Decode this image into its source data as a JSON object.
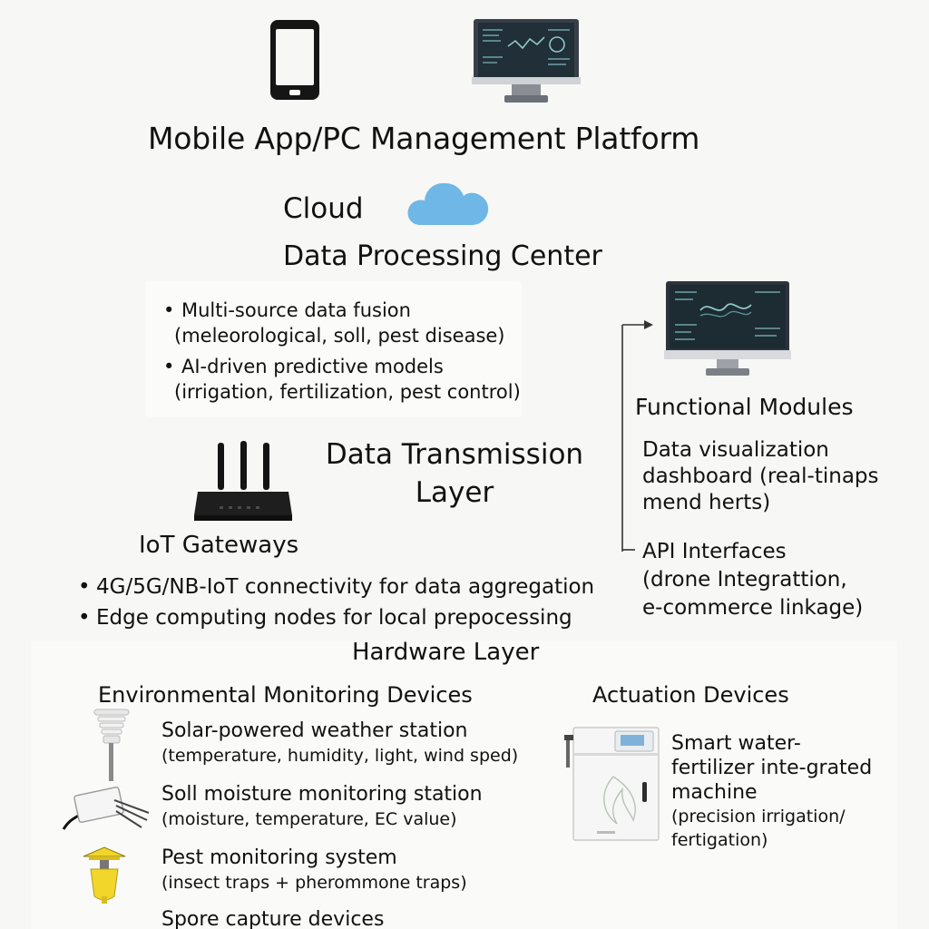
{
  "top": {
    "title": "Mobile App/PC Management Platform",
    "icons": [
      "smartphone-icon",
      "desktop-monitor-icon"
    ]
  },
  "cloud": {
    "label": "Cloud",
    "center_title": "Data Processing Center",
    "icon": "cloud-icon",
    "color": "#6fb7e6",
    "bullets": [
      {
        "line1": "Multi-source data fusion",
        "line2": "(meleorological, soll, pest disease)"
      },
      {
        "line1": "AI-driven predictive models",
        "line2": "(irrigation, fertilization, pest control)"
      }
    ]
  },
  "functional": {
    "title": "Functional Modules",
    "icon": "dashboard-monitor-icon",
    "items": [
      {
        "line1": "Data visualization",
        "line2": "dashboard (real-tinaps",
        "line3": "mend herts)"
      },
      {
        "line1": "API Interfaces",
        "line2": "(drone Integrattion,",
        "line3": "e-commerce linkage)"
      }
    ]
  },
  "transmission": {
    "title_line1": "Data Transmission",
    "title_line2": "Layer",
    "gateway_label": "IoT Gateways",
    "icon": "router-icon",
    "bullets": [
      "4G/5G/NB-IoT connectivity for data aggregation",
      "Edge computing nodes for local prepocessing"
    ]
  },
  "hardware": {
    "title": "Hardware Layer",
    "env_title": "Environmental Monitoring Devices",
    "act_title": "Actuation Devices",
    "devices": [
      {
        "name": "Solar-powered weather station",
        "detail": "(temperature, humidity, light, wind sped)",
        "icon": "weather-station-icon"
      },
      {
        "name": "Soll moisture monitoring station",
        "detail": "(moisture, temperature, EC value)",
        "icon": "soil-probe-icon"
      },
      {
        "name": "Pest monitoring system",
        "detail": "(insect traps + pherommone traps)",
        "icon": "insect-trap-icon"
      },
      {
        "name": "Spore capture devices",
        "detail": "",
        "icon": ""
      }
    ],
    "actuator": {
      "line1": "Smart water-",
      "line2": "fertilizer inte-grated",
      "line3": "machine",
      "line4": "(precision irrigation/",
      "line5": "fertigation)",
      "icon": "fertigation-machine-icon"
    },
    "trap_color": "#f2d62a"
  }
}
